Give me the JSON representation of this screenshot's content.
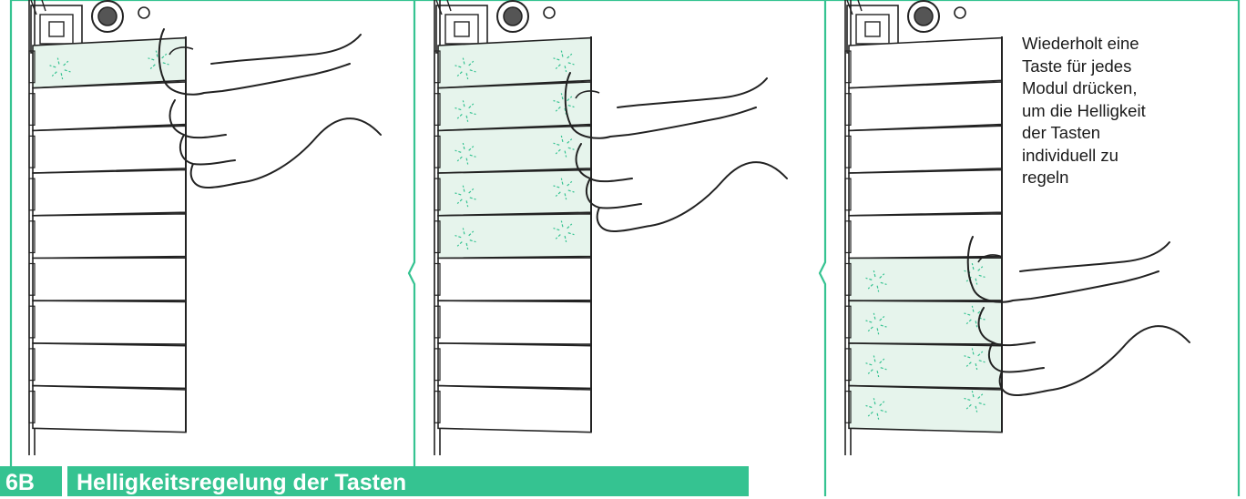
{
  "section": {
    "number": "6B",
    "title": "Helligkeitsregelung der Tasten"
  },
  "caption": {
    "lines": [
      "Wiederholt eine",
      "Taste für jedes",
      "Modul drücken,",
      "um die Helligkeit",
      "der Tasten",
      "individuell zu",
      "regeln"
    ]
  },
  "colors": {
    "accent": "#35c391",
    "key_lit": "#e6f4ec",
    "key_blink": "#35c391",
    "outline": "#222222"
  },
  "panels": [
    {
      "name": "step-1",
      "keys": 9,
      "lit_keys": [
        1
      ],
      "pressed_key": 1
    },
    {
      "name": "step-2",
      "keys": 9,
      "lit_keys": [
        1,
        2,
        3,
        4,
        5
      ],
      "pressed_key": 1
    },
    {
      "name": "step-3",
      "keys": 9,
      "lit_keys": [
        6,
        7,
        8,
        9
      ],
      "pressed_key": 5
    }
  ],
  "icons": [
    "hand-press-icon",
    "blink-indicator-icon",
    "camera-lens-icon",
    "speaker-grille-icon"
  ]
}
